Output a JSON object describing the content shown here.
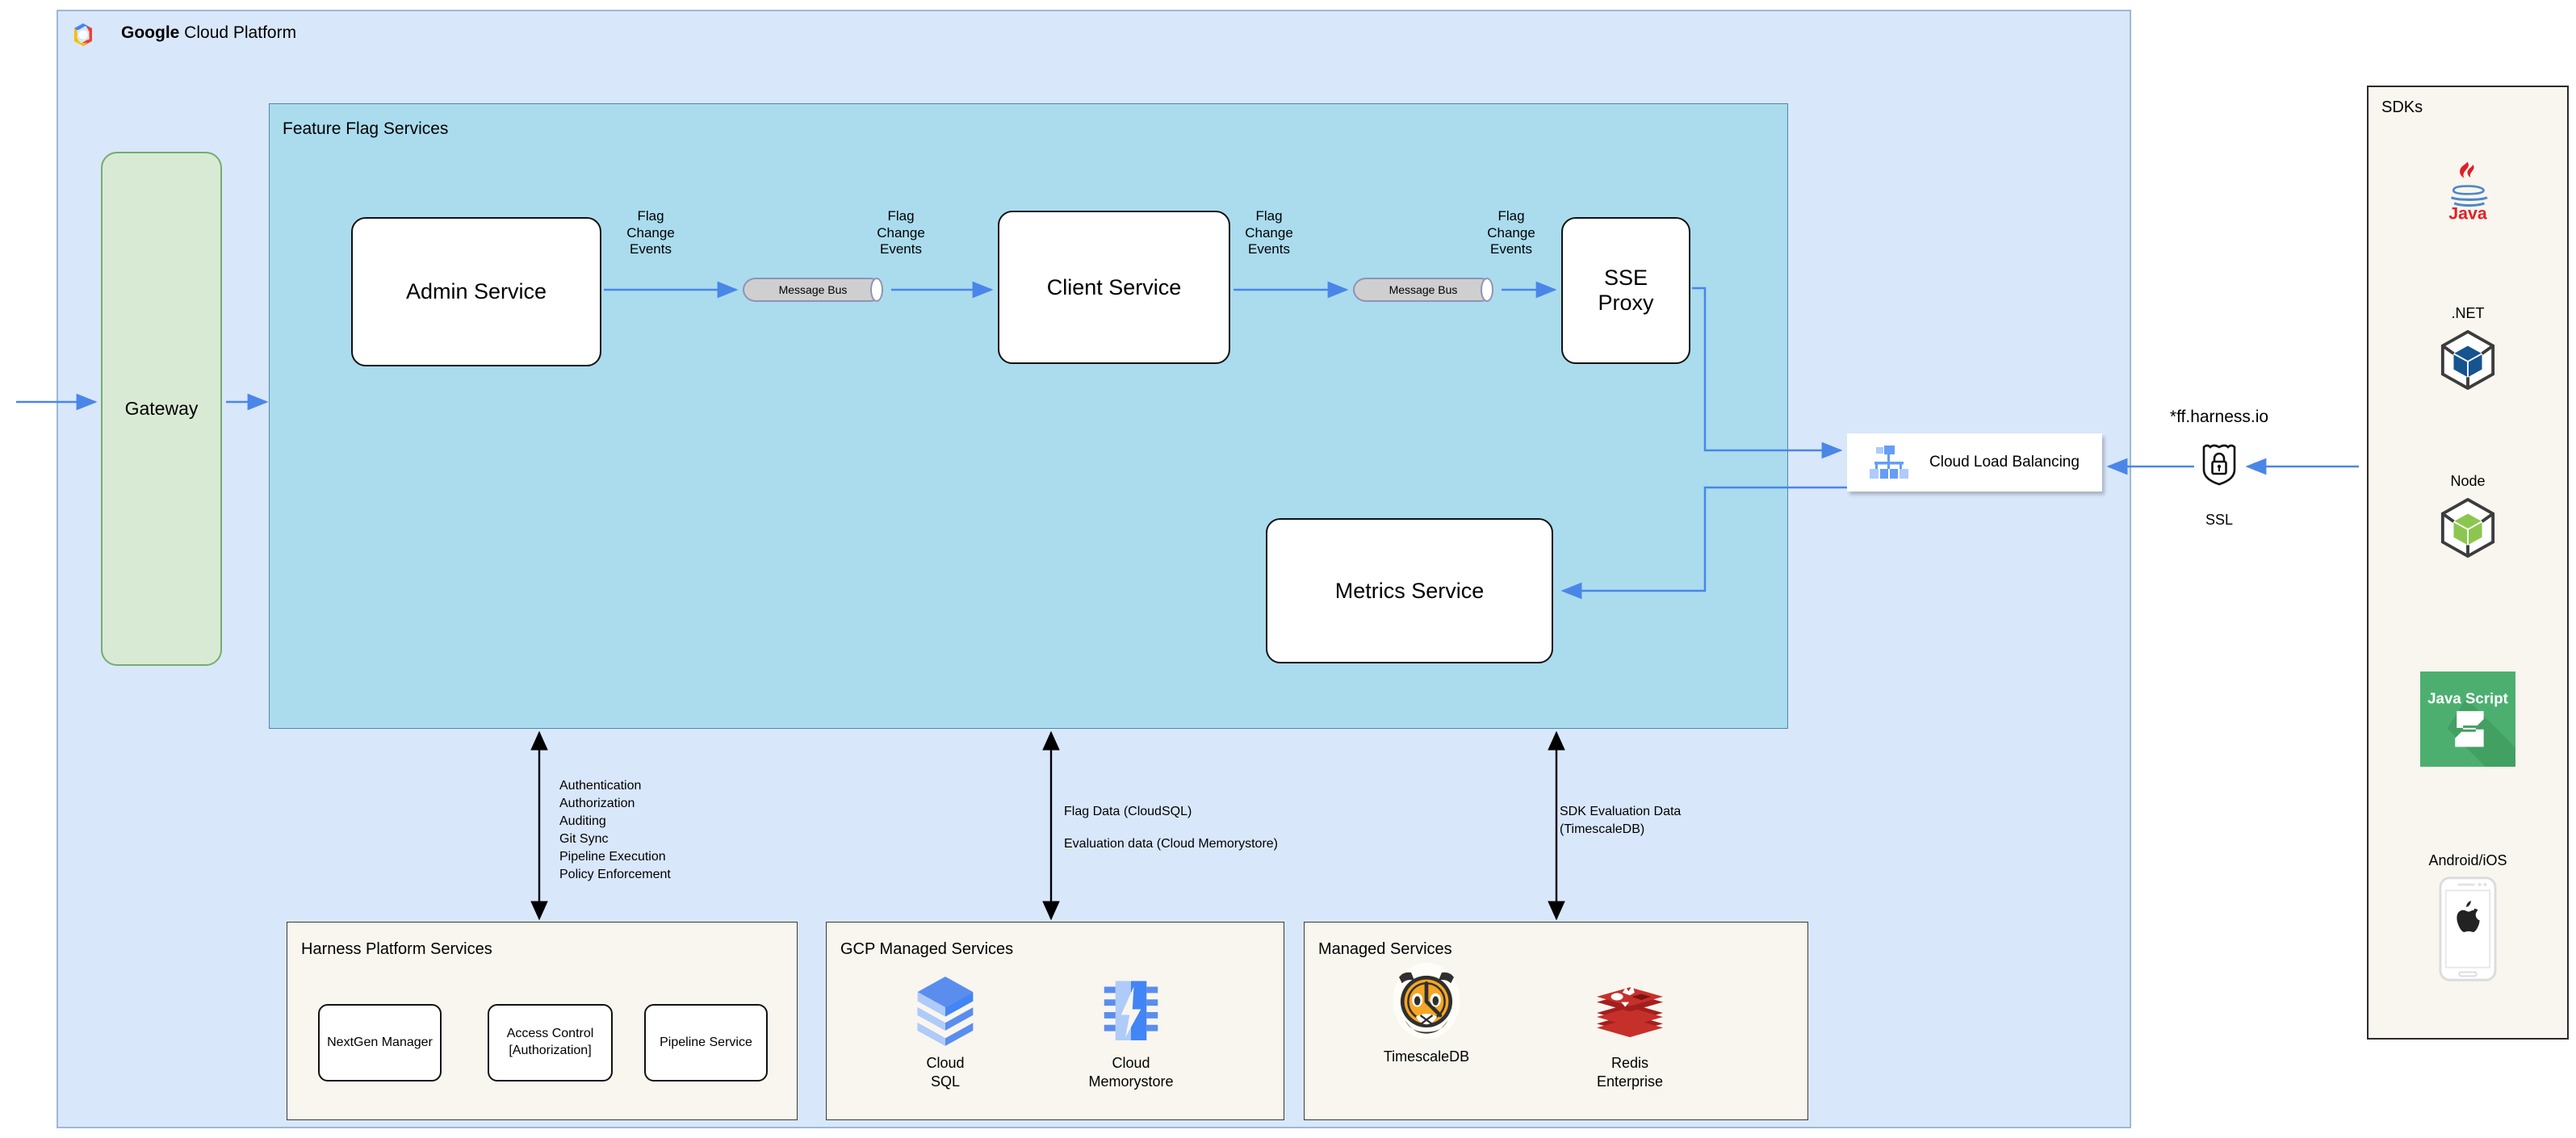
{
  "header": {
    "brand_bold": "Google",
    "brand_rest": " Cloud Platform",
    "logo_icon": "gcp-hexagon-logo"
  },
  "gateway": {
    "label": "Gateway"
  },
  "feature_flag_services": {
    "title": "Feature Flag Services",
    "services": [
      {
        "id": "admin-service",
        "label": "Admin Service"
      },
      {
        "id": "client-service",
        "label": "Client Service"
      },
      {
        "id": "sse-proxy",
        "label": "SSE\nProxy"
      },
      {
        "id": "metrics-service",
        "label": "Metrics Service"
      }
    ],
    "message_buses": [
      {
        "label": "Message Bus"
      },
      {
        "label": "Message Bus"
      }
    ],
    "edge_labels": [
      "Flag\nChange\nEvents",
      "Flag\nChange\nEvents",
      "Flag\nChange\nEvents",
      "Flag\nChange\nEvents"
    ]
  },
  "load_balancer": {
    "label": "Cloud Load Balancing",
    "icon": "load-balancer-icon"
  },
  "edge_network": {
    "domain": "*ff.harness.io",
    "ssl_label": "SSL",
    "ssl_icon": "shield-lock-icon"
  },
  "sdks": {
    "title": "SDKs",
    "items": [
      {
        "label": "",
        "icon": "java-logo",
        "name": "java"
      },
      {
        "label": ".NET",
        "icon": "dotnet-cube-icon",
        "name": "dotnet"
      },
      {
        "label": "Node",
        "icon": "node-cube-icon",
        "name": "node"
      },
      {
        "label": "",
        "icon": "javascript-logo",
        "name": "javascript"
      },
      {
        "label": "Android/iOS",
        "icon": "mobile-apple-icon",
        "name": "android-ios"
      }
    ]
  },
  "annotations": {
    "harness": [
      "Authentication",
      "Authorization",
      "Auditing",
      "Git Sync",
      "Pipeline Execution",
      "Policy Enforcement"
    ],
    "gcp_managed": [
      "Flag Data (CloudSQL)",
      "Evaluation data (Cloud Memorystore)"
    ],
    "managed": [
      "SDK Evaluation Data",
      "(TimescaleDB)"
    ]
  },
  "bottom_panels": {
    "harness": {
      "title": "Harness Platform Services",
      "boxes": [
        {
          "label": "NextGen Manager"
        },
        {
          "label": "Access Control\n[Authorization]"
        },
        {
          "label": "Pipeline Service"
        }
      ]
    },
    "gcp_managed": {
      "title": "GCP Managed Services",
      "items": [
        {
          "label": "Cloud\nSQL",
          "icon": "cloud-sql-icon"
        },
        {
          "label": "Cloud\nMemorystore",
          "icon": "cloud-memorystore-icon"
        }
      ]
    },
    "managed": {
      "title": "Managed Services",
      "items": [
        {
          "label": "TimescaleDB",
          "icon": "timescaledb-tiger-icon"
        },
        {
          "label": "Redis\nEnterprise",
          "icon": "redis-logo-icon"
        }
      ]
    }
  },
  "colors": {
    "gcp_panel_bg": "#d9e7fb",
    "ffs_panel_bg": "#aadcee",
    "gateway_bg": "#d8ead4",
    "sdk_panel_bg": "#f8f6ee",
    "arrow_blue": "#4a86e8",
    "arrow_black": "#000000"
  }
}
